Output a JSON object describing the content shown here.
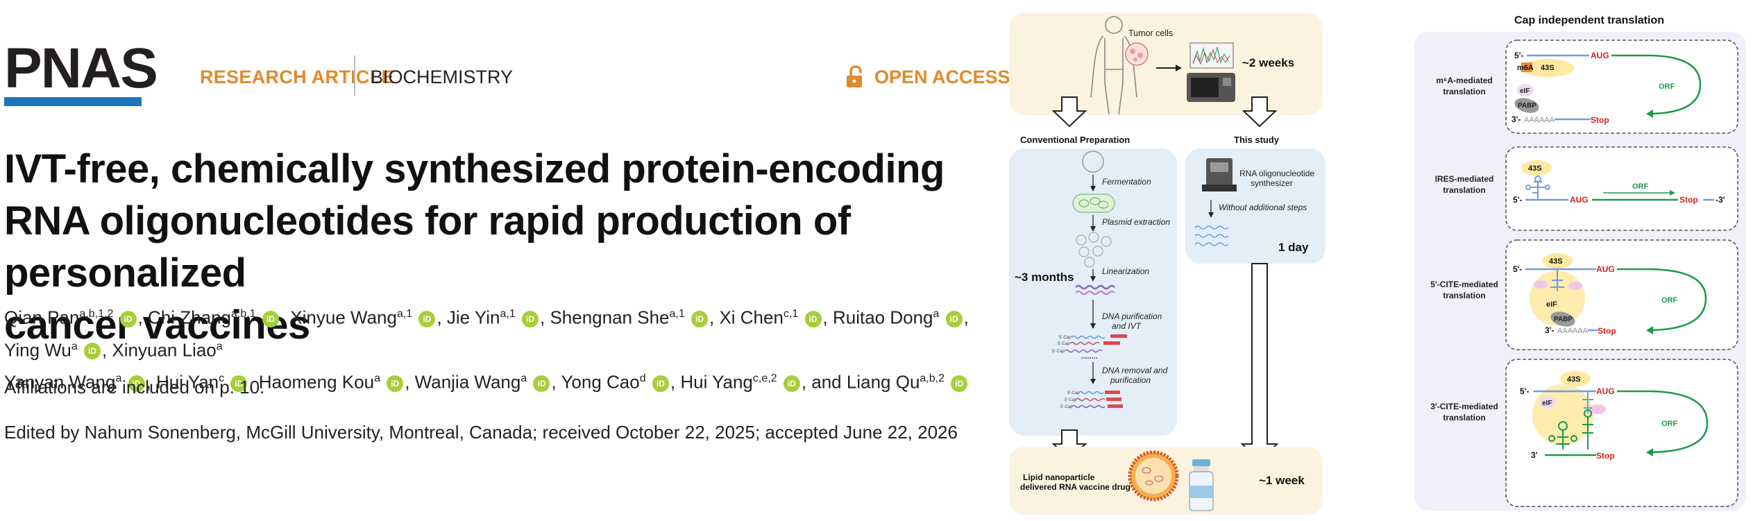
{
  "header": {
    "journal": "PNAS",
    "article_type": "RESEARCH ARTICLE",
    "subject": "BIOCHEMISTRY",
    "open_access": "OPEN ACCESS"
  },
  "title": {
    "line1": "IVT-free, chemically synthesized protein-encoding",
    "line2": "RNA oligonucleotides for rapid production of personalized",
    "line3": "cancer vaccines"
  },
  "authors": [
    {
      "name": "Qian Pan",
      "sup": "a,b,1,2",
      "orcid": true
    },
    {
      "name": "Chi Zhang",
      "sup": "a,b,1",
      "orcid": true
    },
    {
      "name": "Xinyue Wang",
      "sup": "a,1",
      "orcid": true
    },
    {
      "name": "Jie Yin",
      "sup": "a,1",
      "orcid": true
    },
    {
      "name": "Shengnan She",
      "sup": "a,1",
      "orcid": true
    },
    {
      "name": "Xi Chen",
      "sup": "c,1",
      "orcid": true
    },
    {
      "name": "Ruitao Dong",
      "sup": "a",
      "orcid": true
    },
    {
      "name": "Ying Wu",
      "sup": "a",
      "orcid": true
    },
    {
      "name": "Xinyuan Liao",
      "sup": "a",
      "orcid": false
    },
    {
      "name": "Yanyan Wang",
      "sup": "a",
      "orcid": true
    },
    {
      "name": "Hui Yan",
      "sup": "c",
      "orcid": true
    },
    {
      "name": "Haomeng Kou",
      "sup": "a",
      "orcid": true
    },
    {
      "name": "Wanjia Wang",
      "sup": "a",
      "orcid": true
    },
    {
      "name": "Yong Cao",
      "sup": "d",
      "orcid": true
    },
    {
      "name": "Hui Yang",
      "sup": "c,e,2",
      "orcid": true
    },
    {
      "name": "Liang Qu",
      "sup": "a,b,2",
      "orcid": true
    }
  ],
  "orcid_label": "iD",
  "affiliations": "Affiliations are included on p. 10.",
  "edited": "Edited by Nahum Sonenberg, McGill University, Montreal, Canada; received October 22, 2025; accepted June 22, 2026",
  "figure_left": {
    "tumor_cells": "Tumor cells",
    "top_time": "~2 weeks",
    "conventional_title": "Conventional Preparation",
    "this_study_title": "This study",
    "steps": [
      "Fermentation",
      "Plasmid extraction",
      "Linearization",
      "DNA purification and IVT",
      "DNA removal and purification"
    ],
    "dna_purification_l1": "DNA purification",
    "dna_purification_l2": "and IVT",
    "dna_removal_l1": "DNA removal and",
    "dna_removal_l2": "purification",
    "three_months": "~3 months",
    "synth_l1": "RNA oligonucleotide",
    "synth_l2": "synthesizer",
    "without_steps": "Without additional steps",
    "one_day": "1 day",
    "lnp_l1": "Lipid nanoparticle",
    "lnp_l2": "delivered RNA vaccine drug",
    "one_week": "~1 week",
    "cap_label": "5'-Cap",
    "colors": {
      "cream": "#fbf3df",
      "blue": "#e3eef9"
    }
  },
  "figure_right": {
    "title": "Cap independent translation",
    "rows": [
      {
        "label_l1": "m⁶A-mediated",
        "label_l2": "translation"
      },
      {
        "label_l1": "IRES-mediated",
        "label_l2": "translation"
      },
      {
        "label_l1": "5'-CITE-mediated",
        "label_l2": "translation"
      },
      {
        "label_l1": "3'-CITE-mediated",
        "label_l2": "translation"
      }
    ],
    "five_prime": "5'-",
    "three_prime": "3'-",
    "three_prime_plain": "3'",
    "minus_three": "-3'",
    "aug": "AUG",
    "stop": "Stop",
    "orf": "ORF",
    "m6a": "m6A",
    "s43": "43S",
    "eif": "eIF",
    "pabp": "PABP",
    "polya": "AAAAAA",
    "colors": {
      "panel": "#f2effa",
      "aug": "#d7201a",
      "orf": "#1a9a4a",
      "rna": "#6e9de0",
      "ribosome": "#fde9a0"
    }
  }
}
